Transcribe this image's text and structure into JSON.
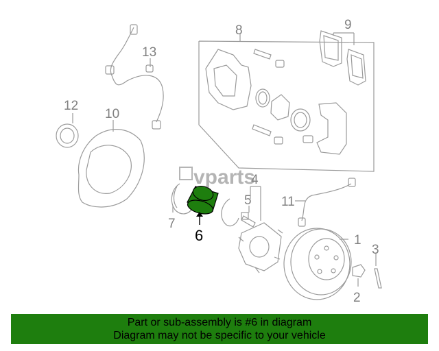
{
  "watermark": "vparts",
  "callouts": [
    {
      "id": "1",
      "label": "1"
    },
    {
      "id": "2",
      "label": "2"
    },
    {
      "id": "3",
      "label": "3"
    },
    {
      "id": "4",
      "label": "4"
    },
    {
      "id": "5",
      "label": "5"
    },
    {
      "id": "6",
      "label": "6"
    },
    {
      "id": "7",
      "label": "7"
    },
    {
      "id": "8",
      "label": "8"
    },
    {
      "id": "9",
      "label": "9"
    },
    {
      "id": "10",
      "label": "10"
    },
    {
      "id": "11",
      "label": "11"
    },
    {
      "id": "12",
      "label": "12"
    },
    {
      "id": "13",
      "label": "13"
    }
  ],
  "highlight": {
    "part": "6",
    "color": "#1e7e0e"
  },
  "banner": {
    "line1": "Part or sub-assembly is #6 in diagram",
    "line2": "Diagram may not be specific to your vehicle"
  }
}
